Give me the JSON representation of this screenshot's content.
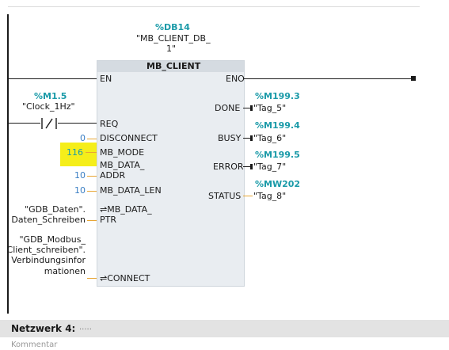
{
  "top_rule": "",
  "block": {
    "instance_address": "%DB14",
    "instance_name_line1": "\"MB_CLIENT_DB_",
    "instance_name_line2": "1\"",
    "title": "MB_CLIENT",
    "inputs": {
      "en": "EN",
      "req": "REQ",
      "disconnect": "DISCONNECT",
      "mb_mode": "MB_MODE",
      "mb_data_addr_line1": "MB_DATA_",
      "mb_data_addr_line2": "ADDR",
      "mb_data_len": "MB_DATA_LEN",
      "mb_data_ptr_line1": "⇌MB_DATA_",
      "mb_data_ptr_line2": "PTR",
      "connect": "⇌CONNECT"
    },
    "outputs": {
      "eno": "ENO",
      "done": "DONE",
      "busy": "BUSY",
      "error": "ERROR",
      "status": "STATUS"
    }
  },
  "operands": {
    "req_address": "%M1.5",
    "req_name": "\"Clock_1Hz\"",
    "disconnect_value": "0",
    "mb_mode_value": "116",
    "mb_data_addr_value": "10",
    "mb_data_len_value": "10",
    "ptr_line1": "\"GDB_Daten\".",
    "ptr_line2": "Daten_Schreiben",
    "connect_line1": "\"GDB_Modbus_",
    "connect_line2": "Client_schreiben\".",
    "connect_line3": "Verbindungsinfor",
    "connect_line4": "mationen",
    "done_address": "%M199.3",
    "done_name": "\"Tag_5\"",
    "busy_address": "%M199.4",
    "busy_name": "\"Tag_6\"",
    "error_address": "%M199.5",
    "error_name": "\"Tag_7\"",
    "status_address": "%MW202",
    "status_name": "\"Tag_8\""
  },
  "network": {
    "title": "Netzwerk 4:",
    "title_suffix": ".....",
    "comment_placeholder": "Kommentar"
  },
  "colors": {
    "address_teal": "#1a9aa8",
    "constant_blue": "#3b7fc4",
    "connector_gold": "#e8a634",
    "highlight_yellow": "#f5ee1a"
  }
}
